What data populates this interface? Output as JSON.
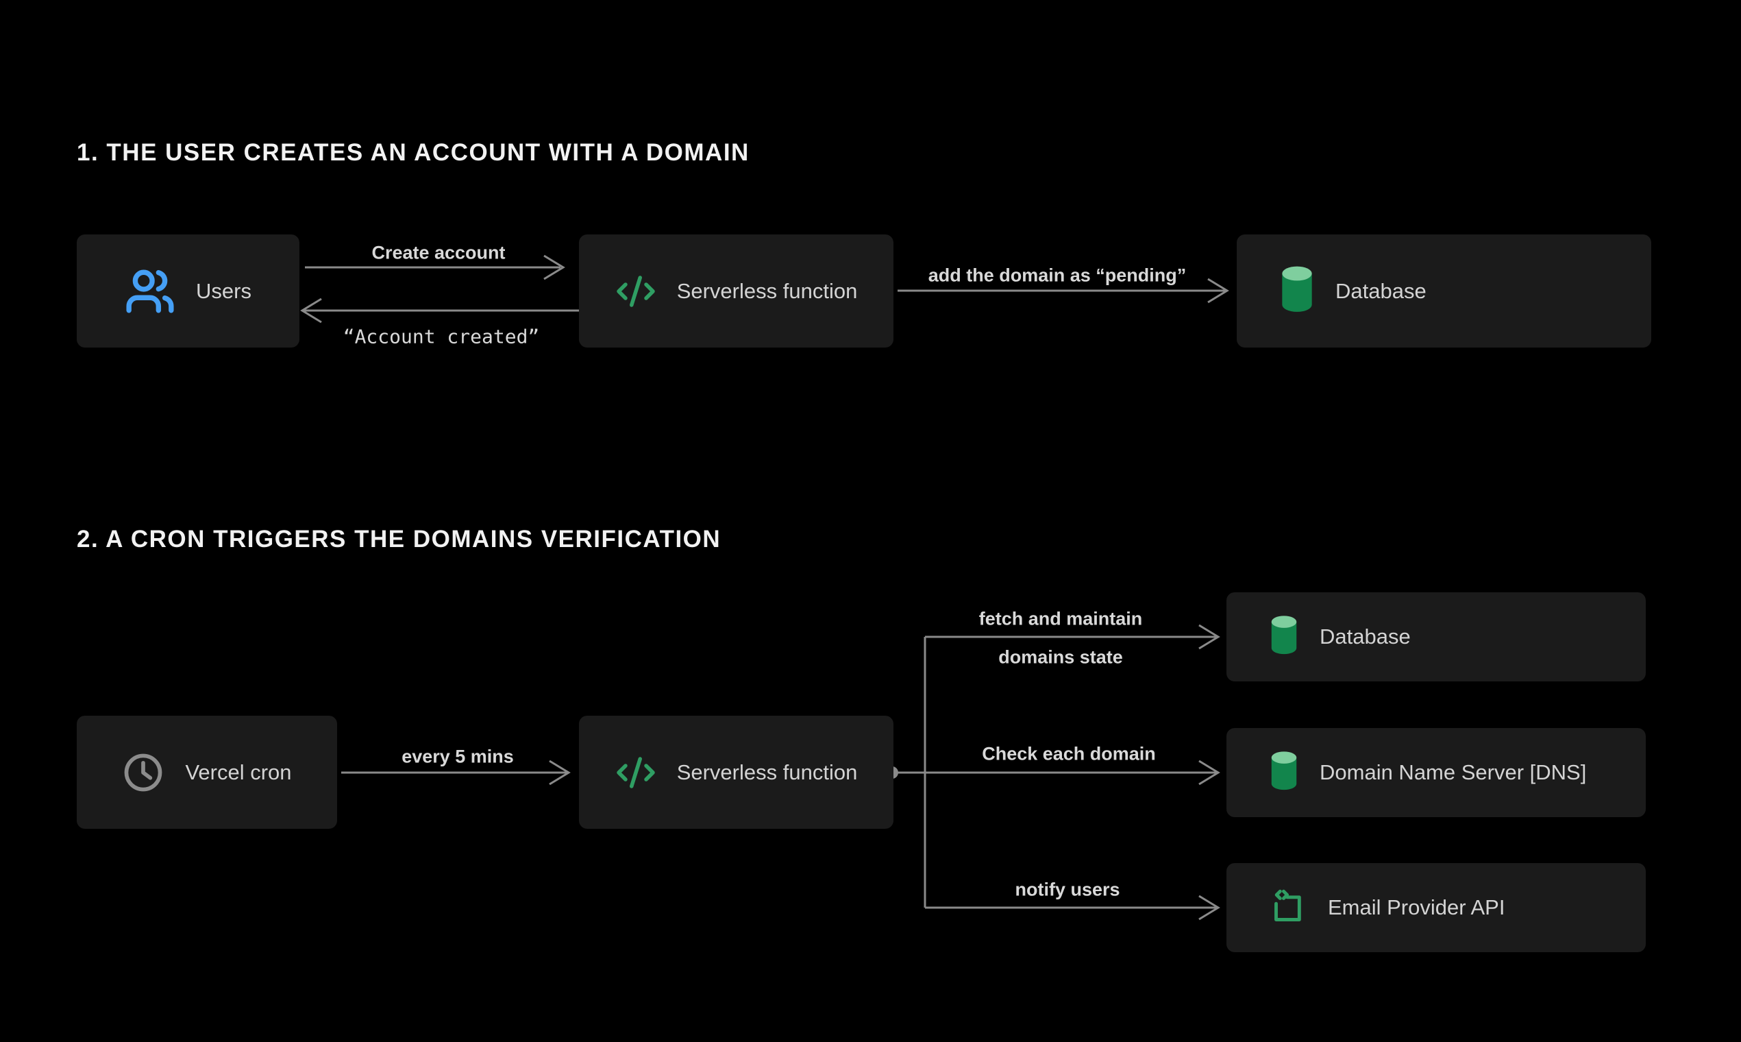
{
  "colors": {
    "background": "#000000",
    "node_background": "#1b1b1b",
    "node_text": "#d4d4d4",
    "wire": "#8a8a8a",
    "edge_label_text": "#d9d9d9",
    "heading_text": "#f2f2f2",
    "users_blue": "#459ff5",
    "accent_green": "#2f9e63",
    "cylinder_top_green": "#7fce9e",
    "cylinder_body_green": "#12854c",
    "clock_gray": "#8c8c8c"
  },
  "section1": {
    "heading": "1. THE USER CREATES AN ACCOUNT WITH A DOMAIN",
    "nodes": {
      "users": {
        "label": "Users",
        "icon": "users-icon"
      },
      "serverless": {
        "label": "Serverless function",
        "icon": "code-icon"
      },
      "database": {
        "label": "Database",
        "icon": "database-icon"
      }
    },
    "labels": {
      "create_account": "Create account",
      "account_created": "“Account created”",
      "add_domain_pending": "add the domain as “pending”"
    }
  },
  "section2": {
    "heading": "2. A CRON TRIGGERS THE DOMAINS VERIFICATION",
    "nodes": {
      "cron": {
        "label": "Vercel cron",
        "icon": "clock-icon"
      },
      "serverless": {
        "label": "Serverless function",
        "icon": "code-icon"
      },
      "database": {
        "label": "Database",
        "icon": "database-icon"
      },
      "dns": {
        "label": "Domain Name Server [DNS]",
        "icon": "database-icon"
      },
      "email": {
        "label": "Email Provider API",
        "icon": "api-icon"
      }
    },
    "labels": {
      "every_5_mins": "every 5 mins",
      "fetch_line1": "fetch and maintain",
      "fetch_line2": "domains state",
      "check_each_domain": "Check each domain",
      "notify_users": "notify users"
    }
  }
}
